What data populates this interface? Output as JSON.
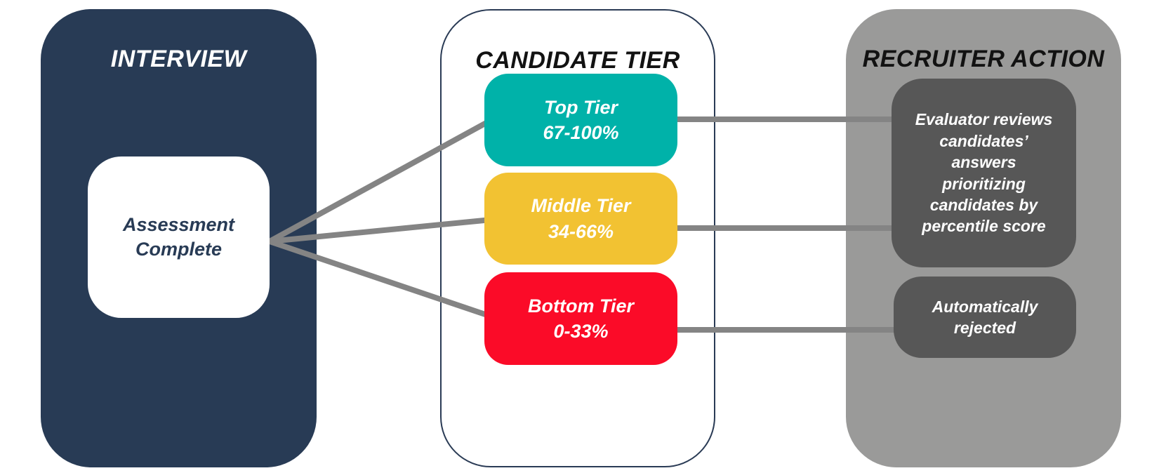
{
  "colors": {
    "navy_panel": "#283B55",
    "tier_panel_border": "#2A3B55",
    "action_panel_gray": "#9A9A99",
    "action_box_gray": "#575757",
    "top_tier_teal": "#00B2A9",
    "middle_tier_gold": "#F2C232",
    "bottom_tier_red": "#FB0B28",
    "connector_gray": "#848484",
    "white": "#FFFFFF"
  },
  "interview": {
    "title": "INTERVIEW",
    "node": {
      "line1": "Assessment",
      "line2": "Complete"
    }
  },
  "candidate_tier": {
    "title": "CANDIDATE TIER",
    "tiers": [
      {
        "name": "Top Tier",
        "range": "67-100%",
        "color": "#00B2A9"
      },
      {
        "name": "Middle Tier",
        "range": "34-66%",
        "color": "#F2C232"
      },
      {
        "name": "Bottom Tier",
        "range": "0-33%",
        "color": "#FB0B28"
      }
    ]
  },
  "recruiter_action": {
    "title": "RECRUITER ACTION",
    "actions": [
      {
        "lines": [
          "Evaluator reviews",
          "candidates’",
          "answers",
          "prioritizing",
          "candidates by",
          "percentile score"
        ]
      },
      {
        "lines": [
          "Automatically",
          "rejected"
        ]
      }
    ]
  }
}
